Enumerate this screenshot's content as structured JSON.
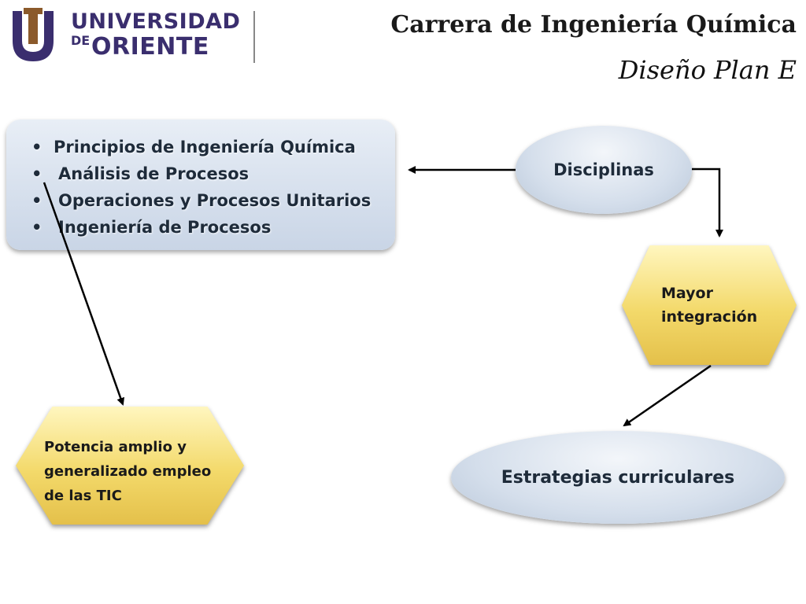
{
  "header": {
    "logo": {
      "top": "UNIVERSIDAD",
      "de": "DE",
      "bottom": "ORIENTE"
    },
    "title": "Carrera de Ingeniería Química",
    "subtitle": "Diseño Plan E"
  },
  "list_box": {
    "items": [
      "Principios de Ingeniería Química",
      "Análisis de Procesos",
      "Operaciones y  Procesos Unitarios",
      "Ingeniería de Procesos"
    ]
  },
  "nodes": {
    "disciplinas": "Disciplinas",
    "mayor_integracion": [
      "Mayor",
      "integración"
    ],
    "potencia": [
      "Potencia amplio y",
      "generalizado empleo",
      "de las TIC"
    ],
    "estrategias": "Estrategias curriculares"
  },
  "colors": {
    "ellipse": "#d4deeb",
    "hexagon": "#f3d96a",
    "logo_brand": "#3a2e6e",
    "logo_brown": "#8b5a2b"
  }
}
